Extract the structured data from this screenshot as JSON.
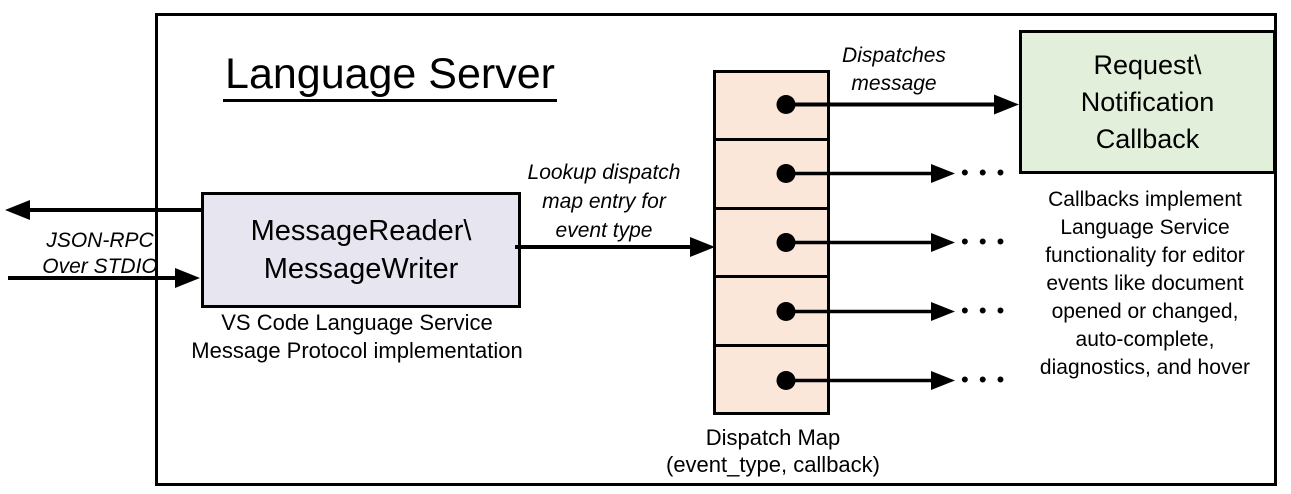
{
  "diagram": {
    "title": "Language Server",
    "io_label": {
      "line1": "JSON-RPC",
      "line2": "Over STDIO"
    },
    "reader_box": {
      "line1": "MessageReader\\",
      "line2": "MessageWriter"
    },
    "reader_caption": {
      "line1": "VS Code Language Service",
      "line2": "Message Protocol implementation"
    },
    "lookup_label": {
      "line1": "Lookup dispatch",
      "line2": "map entry for",
      "line3": "event type"
    },
    "dispatch_label": {
      "line1": "Dispatches",
      "line2": "message"
    },
    "dispatch_map": {
      "cell_count": 5,
      "caption_line1": "Dispatch Map",
      "caption_line2": "(event_type, callback)"
    },
    "callback_box": {
      "line1": "Request\\",
      "line2": "Notification",
      "line3": "Callback"
    },
    "callbacks_note": {
      "line1": "Callbacks implement",
      "line2": "Language Service",
      "line3": "functionality for editor",
      "line4": "events like document",
      "line5": "opened or changed,",
      "line6": "auto-complete,",
      "line7": "diagnostics, and hover"
    },
    "ellipsis": "• • •",
    "colors": {
      "reader_fill": "#E7E6F0",
      "dispatch_fill": "#FBE7DA",
      "callback_fill": "#E2EFDA",
      "line": "#000000",
      "background": "#FFFFFF"
    }
  }
}
